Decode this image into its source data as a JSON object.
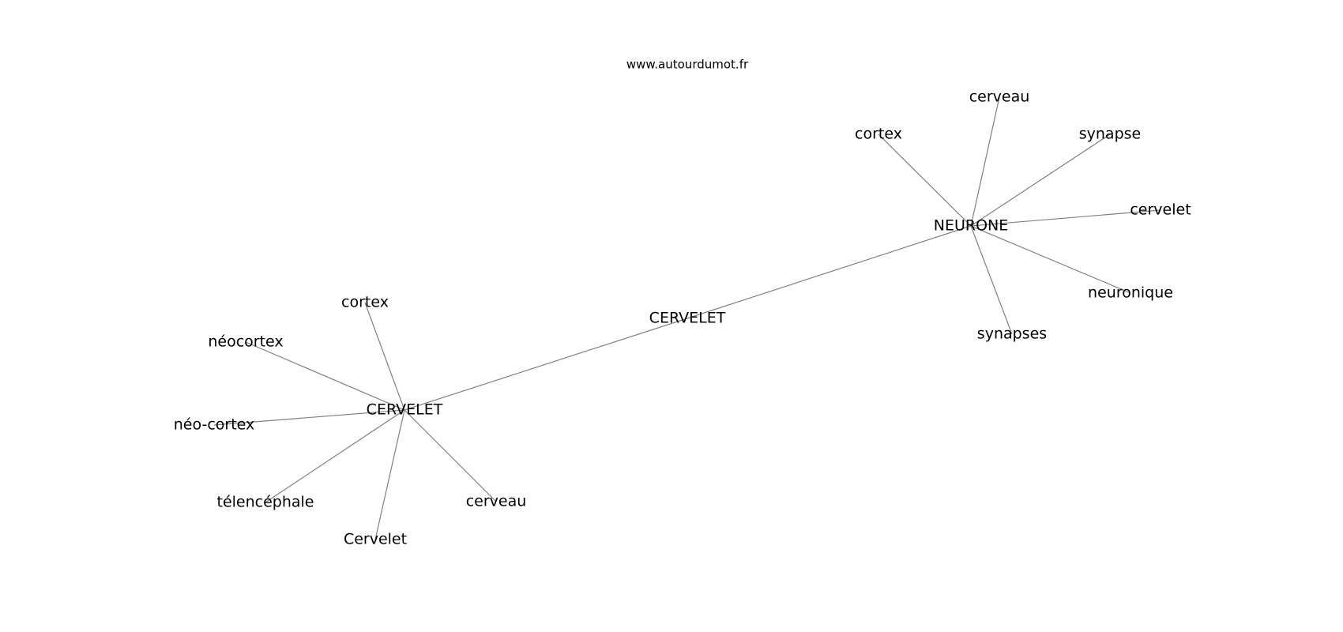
{
  "source_label": "www.autourdumot.fr",
  "center": {
    "label": "CERVELET"
  },
  "hubs": [
    {
      "id": "hub-cervelet",
      "label": "CERVELET",
      "leaves": [
        "cortex",
        "néocortex",
        "néo-cortex",
        "télencéphale",
        "Cervelet",
        "cerveau"
      ]
    },
    {
      "id": "hub-neurone",
      "label": "NEURONE",
      "leaves": [
        "cortex",
        "cerveau",
        "synapse",
        "cervelet",
        "neuronique",
        "synapses"
      ]
    }
  ]
}
